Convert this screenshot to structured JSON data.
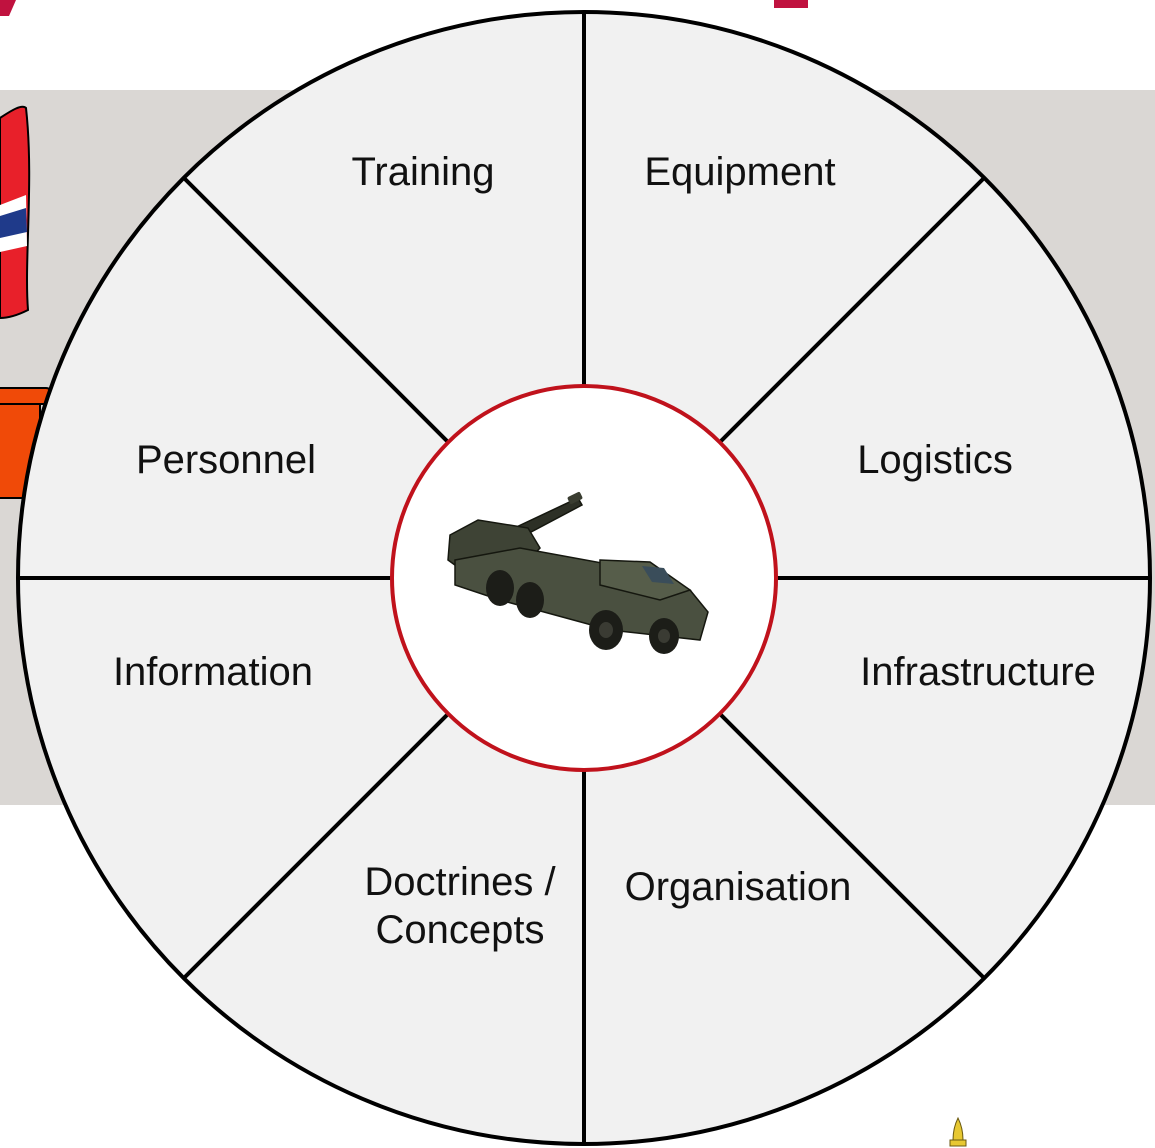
{
  "colors": {
    "panel": "#dad7d4",
    "wedge": "#f1f1f1",
    "outline": "#000000",
    "hub_ring": "#c0121c",
    "hub_fill": "#ffffff",
    "title_fragment": "#c0123f",
    "flag_red": "#e8202a",
    "flag_blue": "#1f3a8a",
    "tab_orange": "#f04a08"
  },
  "wheel": {
    "segments": [
      {
        "id": "training",
        "lines": [
          "Training"
        ]
      },
      {
        "id": "equipment",
        "lines": [
          "Equipment"
        ]
      },
      {
        "id": "logistics",
        "lines": [
          "Logistics"
        ]
      },
      {
        "id": "infrastructure",
        "lines": [
          "Infrastructure"
        ]
      },
      {
        "id": "organisation",
        "lines": [
          "Organisation"
        ]
      },
      {
        "id": "doctrines",
        "lines": [
          "Doctrines /",
          "Concepts"
        ]
      },
      {
        "id": "information",
        "lines": [
          "Information"
        ]
      },
      {
        "id": "personnel",
        "lines": [
          "Personnel"
        ]
      }
    ],
    "hub": {
      "image": "self-propelled-howitzer-illustration"
    }
  },
  "decor": {
    "flag": "norwegian-flag-icon",
    "badge": "orange-tab-shape",
    "emblem": "gold-emblem-icon"
  }
}
